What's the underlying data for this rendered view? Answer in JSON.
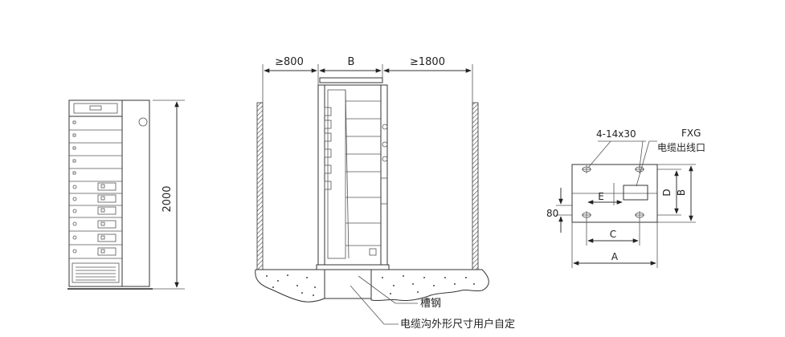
{
  "front_view": {
    "height_label": "2000"
  },
  "side_view": {
    "front_clearance": "≥800",
    "depth_label": "B",
    "rear_clearance": "≥1800",
    "channel_steel_label": "槽钢",
    "cable_trench_label": "电缆沟外形尺寸用户自定"
  },
  "base_plan": {
    "holes_label": "4-14x30",
    "model_label": "FXG",
    "cable_outlet_label": "电缆出线口",
    "dim_a": "A",
    "dim_b": "B",
    "dim_c": "C",
    "dim_d": "D",
    "dim_e": "E",
    "offset_label": "80"
  }
}
